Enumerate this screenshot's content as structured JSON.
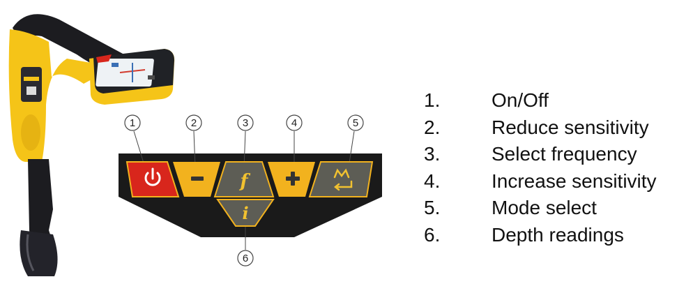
{
  "legend": [
    {
      "number": "1.",
      "label": "On/Off"
    },
    {
      "number": "2.",
      "label": "Reduce sensitivity"
    },
    {
      "number": "3.",
      "label": "Select frequency"
    },
    {
      "number": "4.",
      "label": "Increase sensitivity"
    },
    {
      "number": "5.",
      "label": "Mode select"
    },
    {
      "number": "6.",
      "label": "Depth readings"
    }
  ],
  "callouts": [
    "1",
    "2",
    "3",
    "4",
    "5",
    "6"
  ],
  "keys": {
    "power": "power-icon",
    "minus": "minus-icon",
    "frequency": "f",
    "plus": "plus-icon",
    "mode": "mode-icon",
    "info": "i"
  },
  "colors": {
    "device_yellow": "#f5c418",
    "device_black": "#1c1c20",
    "panel_black": "#1a1a1a",
    "key_yellow": "#f2b21e",
    "key_grey": "#5d5d55",
    "key_red": "#d8261c"
  }
}
